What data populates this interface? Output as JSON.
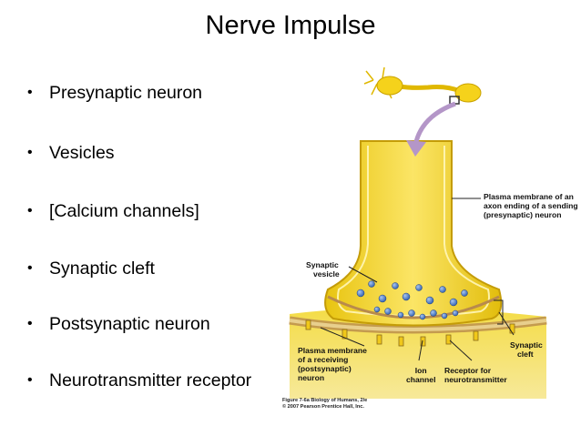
{
  "slide": {
    "title": "Nerve Impulse",
    "bullets": [
      {
        "marker": "•",
        "text": "Presynaptic neuron"
      },
      {
        "marker": "•",
        "text": "Vesicles"
      },
      {
        "marker": "•",
        "text": "[Calcium channels]"
      },
      {
        "marker": "•",
        "text": "Synaptic cleft"
      },
      {
        "marker": "•",
        "text": "Postsynaptic neuron"
      },
      {
        "marker": "•",
        "text": "Neurotransmitter receptor"
      }
    ]
  },
  "figure": {
    "labels": {
      "plasma_sending": [
        "Plasma membrane of an",
        "axon ending of a sending",
        "(presynaptic) neuron"
      ],
      "synaptic_vesicle": [
        "Synaptic",
        "vesicle"
      ],
      "synaptic_cleft": [
        "Synaptic",
        "cleft"
      ],
      "plasma_receiving": [
        "Plasma membrane",
        "of a receiving",
        "(postsynaptic)",
        "neuron"
      ],
      "ion_channel": [
        "Ion",
        "channel"
      ],
      "receptor": [
        "Receptor for",
        "neurotransmitter"
      ]
    },
    "caption": [
      "Figure 7-6a Biology of Humans, 2/e",
      "© 2007 Pearson Prentice Hall, Inc."
    ],
    "colors": {
      "neuron_yellow": "#f2d21a",
      "membrane_tan": "#c9a46a",
      "vesicle_blue": "#2f5fb0",
      "arrow_purple": "#8a5fa8"
    }
  }
}
